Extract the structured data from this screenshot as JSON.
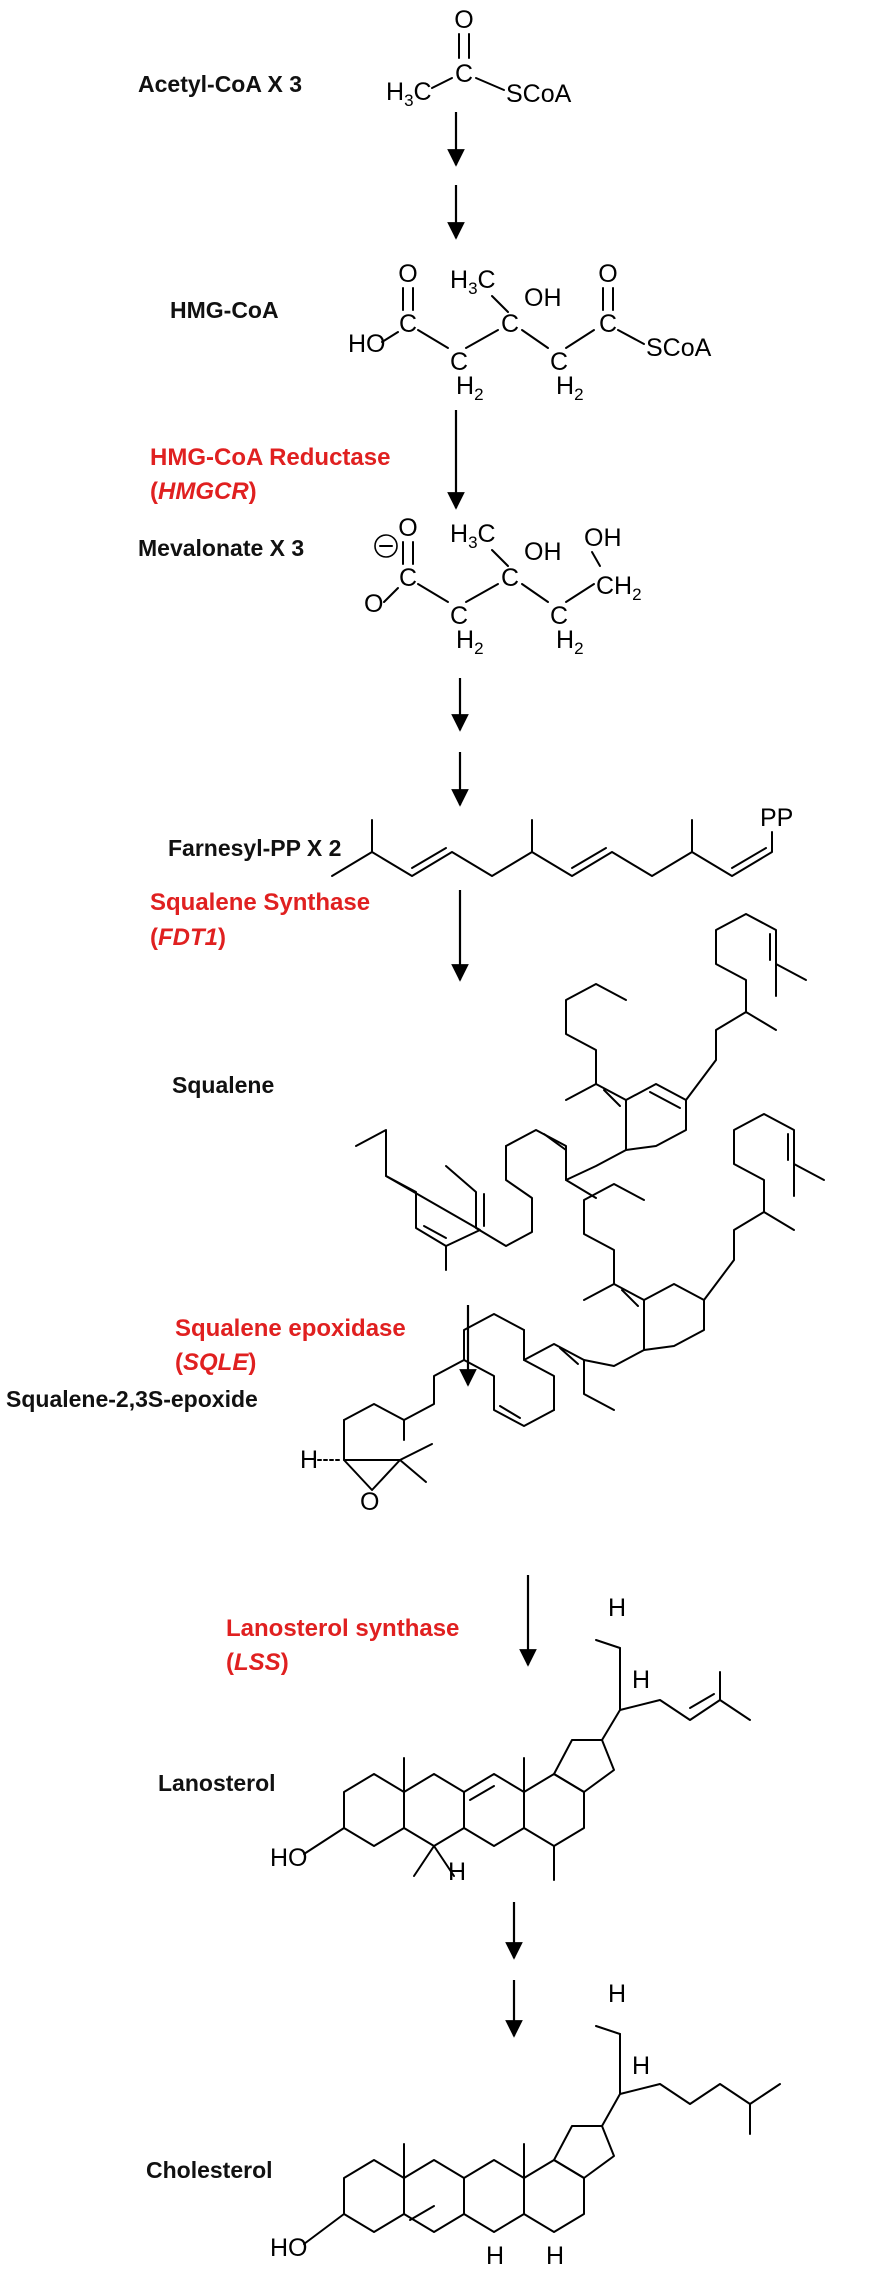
{
  "colors": {
    "enzyme": "#e02020",
    "text": "#111111",
    "bond": "#000000"
  },
  "compounds": [
    {
      "id": "acetyl-coa",
      "label": "Acetyl-CoA X 3"
    },
    {
      "id": "hmg-coa",
      "label": "HMG-CoA"
    },
    {
      "id": "mevalonate",
      "label": "Mevalonate X 3"
    },
    {
      "id": "farnesyl-pp",
      "label": "Farnesyl-PP X 2"
    },
    {
      "id": "squalene",
      "label": "Squalene"
    },
    {
      "id": "squalene-epoxide",
      "label": "Squalene-2,3S-epoxide"
    },
    {
      "id": "lanosterol",
      "label": "Lanosterol"
    },
    {
      "id": "cholesterol",
      "label": "Cholesterol"
    }
  ],
  "enzymes": [
    {
      "id": "hmgcr",
      "name": "HMG-CoA Reductase",
      "gene": "HMGCR"
    },
    {
      "id": "fdt1",
      "name": "Squalene Synthase",
      "gene": "FDT1"
    },
    {
      "id": "sqle",
      "name": "Squalene epoxidase",
      "gene": "SQLE"
    },
    {
      "id": "lss",
      "name": "Lanosterol synthase",
      "gene": "LSS"
    }
  ],
  "atoms": {
    "o": "O",
    "h3": "H",
    "c": "C",
    "sub3": "3",
    "sub2": "2",
    "scoa": "SCoA",
    "ho": "HO",
    "oh": "OH",
    "h2": "H",
    "ch2": "CH",
    "minus": "−",
    "pp": "PP",
    "h": "H"
  }
}
